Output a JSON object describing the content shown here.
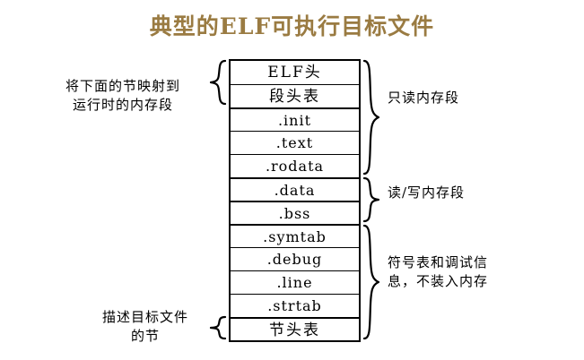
{
  "diagram": {
    "title": "典型的ELF可执行目标文件",
    "title_color": "#9a7b42",
    "ink_color": "#000000",
    "background": "#ffffff",
    "type": "elf-executable-object-file-layout",
    "sections": [
      {
        "index": 1,
        "label": "ELF头",
        "script": "cjk",
        "group": "read-only"
      },
      {
        "index": 2,
        "label": "段头表",
        "script": "cjk",
        "group": "read-only"
      },
      {
        "index": 3,
        "label": ".init",
        "script": "latin",
        "group": "read-only"
      },
      {
        "index": 4,
        "label": ".text",
        "script": "latin",
        "group": "read-only"
      },
      {
        "index": 5,
        "label": ".rodata",
        "script": "latin",
        "group": "read-only"
      },
      {
        "index": 6,
        "label": ".data",
        "script": "latin",
        "group": "read-write"
      },
      {
        "index": 7,
        "label": ".bss",
        "script": "latin",
        "group": "read-write"
      },
      {
        "index": 8,
        "label": ".symtab",
        "script": "latin",
        "group": "not-loaded"
      },
      {
        "index": 9,
        "label": ".debug",
        "script": "latin",
        "group": "not-loaded"
      },
      {
        "index": 10,
        "label": ".line",
        "script": "latin",
        "group": "not-loaded"
      },
      {
        "index": 11,
        "label": ".strtab",
        "script": "latin",
        "group": "not-loaded"
      },
      {
        "index": 12,
        "label": "节头表",
        "script": "cjk",
        "group": "not-loaded"
      }
    ],
    "annotations": {
      "left": [
        {
          "id": "map-to-memory-segment",
          "lines": [
            "将下面的节映射到",
            "运行时的内存段"
          ],
          "spans_rows": [
            1,
            2
          ],
          "side": "left"
        },
        {
          "id": "describes-object-file-sections",
          "lines": [
            "描述目标文件",
            "的节"
          ],
          "spans_rows": [
            12,
            12
          ],
          "side": "left"
        }
      ],
      "right": [
        {
          "id": "read-only-memory-segment",
          "lines": [
            "只读内存段"
          ],
          "spans_rows": [
            1,
            5
          ],
          "side": "right"
        },
        {
          "id": "read-write-memory-segment",
          "lines": [
            "读/写内存段"
          ],
          "spans_rows": [
            6,
            7
          ],
          "side": "right"
        },
        {
          "id": "symbol-and-debug-info",
          "lines": [
            "符号表和调试信",
            "息，不装入内存"
          ],
          "spans_rows": [
            8,
            12
          ],
          "side": "right"
        }
      ]
    }
  }
}
